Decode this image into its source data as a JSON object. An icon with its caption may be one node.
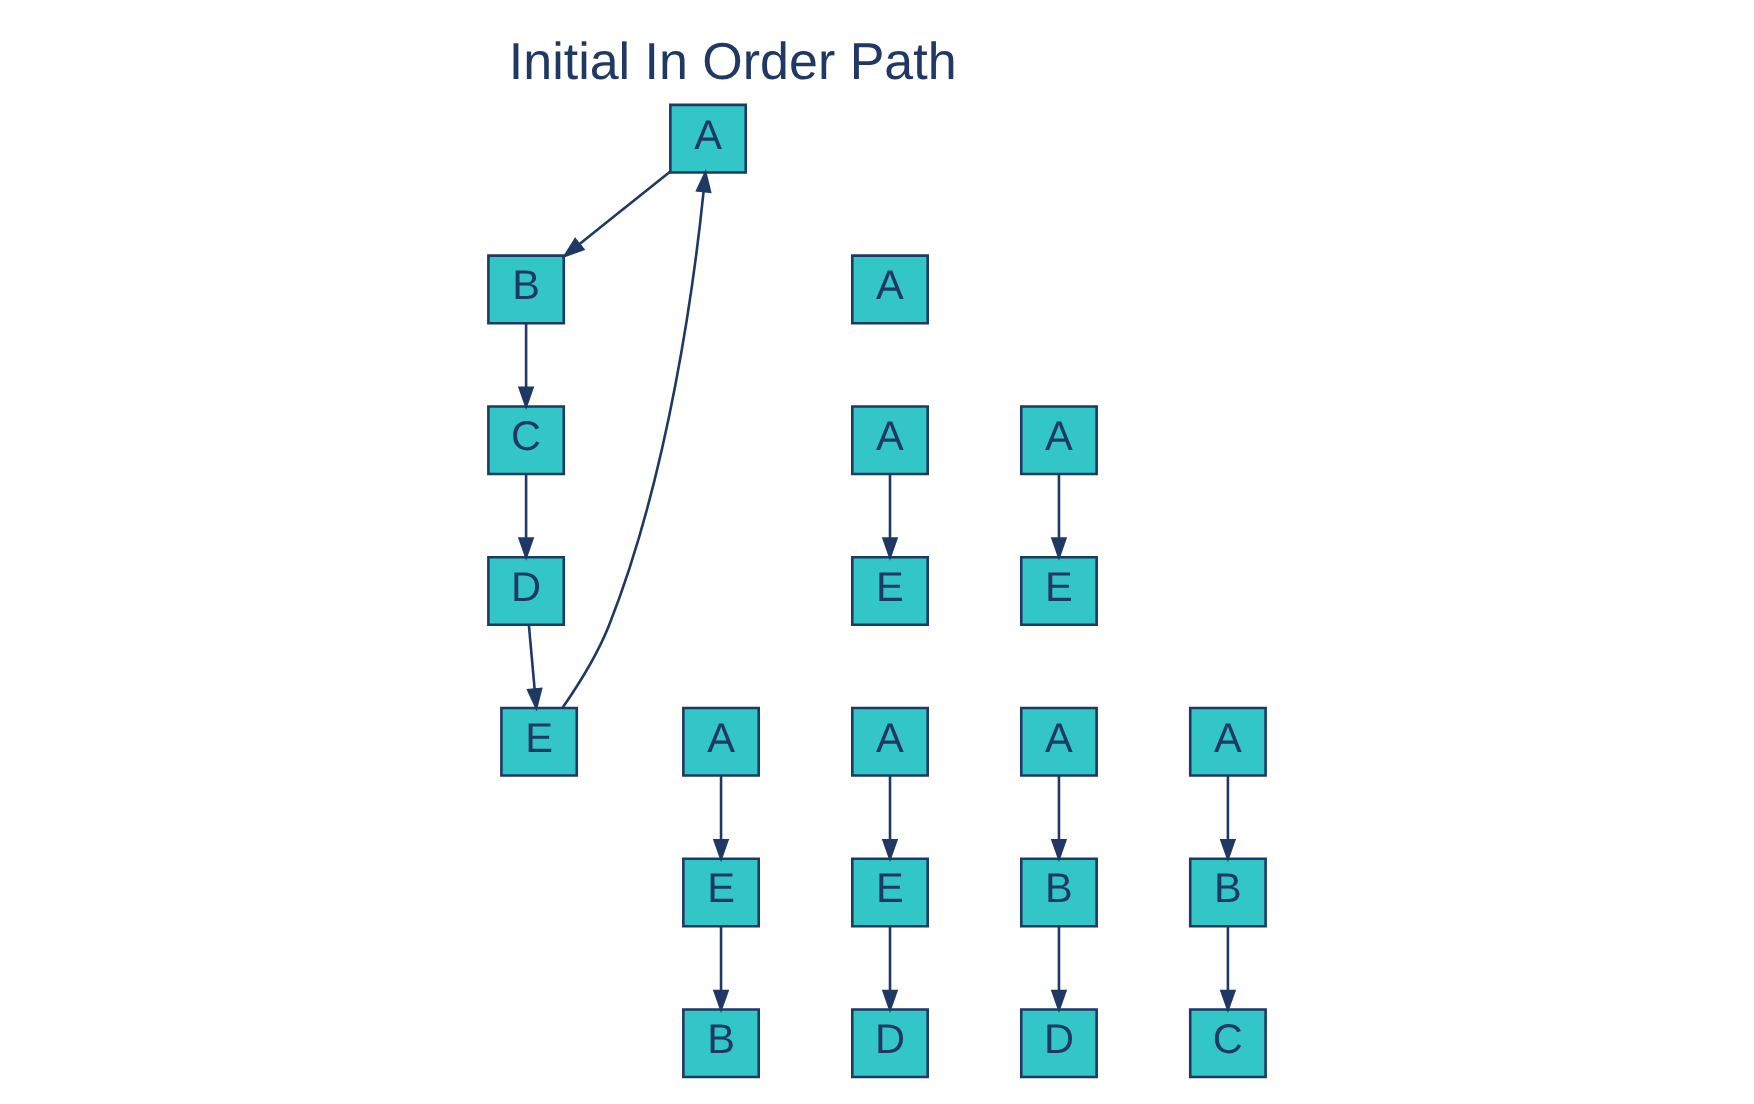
{
  "diagram": {
    "title": "Initial In Order Path",
    "nodes": [
      {
        "text": [
          "A"
        ]
      },
      {
        "text": [
          "B"
        ]
      },
      {
        "text": [
          "C"
        ]
      },
      {
        "text": [
          "D"
        ]
      },
      {
        "text": [
          "E"
        ]
      },
      {
        "text": [
          "A"
        ]
      },
      {
        "text": [
          "A"
        ]
      },
      {
        "text": [
          "E"
        ]
      },
      {
        "text": [
          "A"
        ]
      },
      {
        "text": [
          "E"
        ]
      },
      {
        "text": [
          "A"
        ]
      },
      {
        "text": [
          "E"
        ]
      },
      {
        "text": [
          "B"
        ]
      },
      {
        "text": [
          "A"
        ]
      },
      {
        "text": [
          "E"
        ]
      },
      {
        "text": [
          "D"
        ]
      },
      {
        "text": [
          "A"
        ]
      },
      {
        "text": [
          "B"
        ]
      },
      {
        "text": [
          "D"
        ]
      },
      {
        "text": [
          "A"
        ]
      },
      {
        "text": [
          "B"
        ]
      },
      {
        "text": [
          "C"
        ]
      }
    ],
    "edges": [
      {
        "from": 0,
        "to": 1,
        "arrow": "to"
      },
      {
        "from": 1,
        "to": 2,
        "arrow": "to"
      },
      {
        "from": 2,
        "to": 3,
        "arrow": "to"
      },
      {
        "from": 3,
        "to": 4,
        "arrow": "to"
      },
      {
        "from": 4,
        "to": 0,
        "arrow": "to"
      },
      {
        "from": 6,
        "to": 7,
        "arrow": "to"
      },
      {
        "from": 8,
        "to": 9,
        "arrow": "to"
      },
      {
        "from": 10,
        "to": 11,
        "arrow": "to"
      },
      {
        "from": 11,
        "to": 12,
        "arrow": "to"
      },
      {
        "from": 13,
        "to": 14,
        "arrow": "to"
      },
      {
        "from": 14,
        "to": 15,
        "arrow": "to"
      },
      {
        "from": 16,
        "to": 17,
        "arrow": "to"
      },
      {
        "from": 17,
        "to": 18,
        "arrow": "to"
      },
      {
        "from": 19,
        "to": 20,
        "arrow": "to"
      },
      {
        "from": 20,
        "to": 21,
        "arrow": "to"
      }
    ]
  }
}
